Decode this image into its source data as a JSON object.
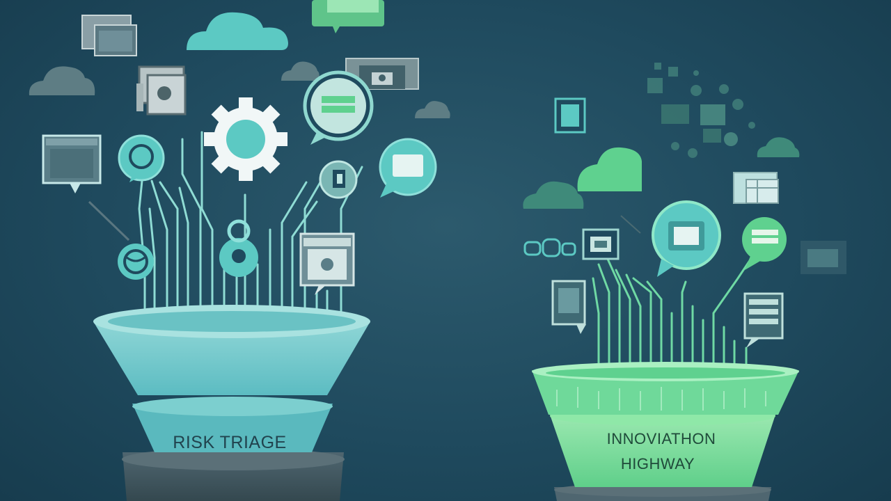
{
  "funnels": {
    "left": {
      "label": "RISK TRIAGE"
    },
    "right": {
      "label_line1": "INNOVIATHON",
      "label_line2": "HIGHWAY"
    }
  },
  "colors": {
    "background": "#1f4a5e",
    "teal": "#5cc9c3",
    "teal_light": "#8fe0da",
    "green": "#5fd18f",
    "green_light": "#8fe8a8",
    "gray": "#5a7680",
    "white": "#f1f7f7"
  },
  "icons": [
    "cloud-icon",
    "browser-window-icon",
    "chat-bubble-icon",
    "gear-icon",
    "globe-icon",
    "document-icon",
    "image-icon",
    "spreadsheet-icon",
    "person-icon"
  ]
}
